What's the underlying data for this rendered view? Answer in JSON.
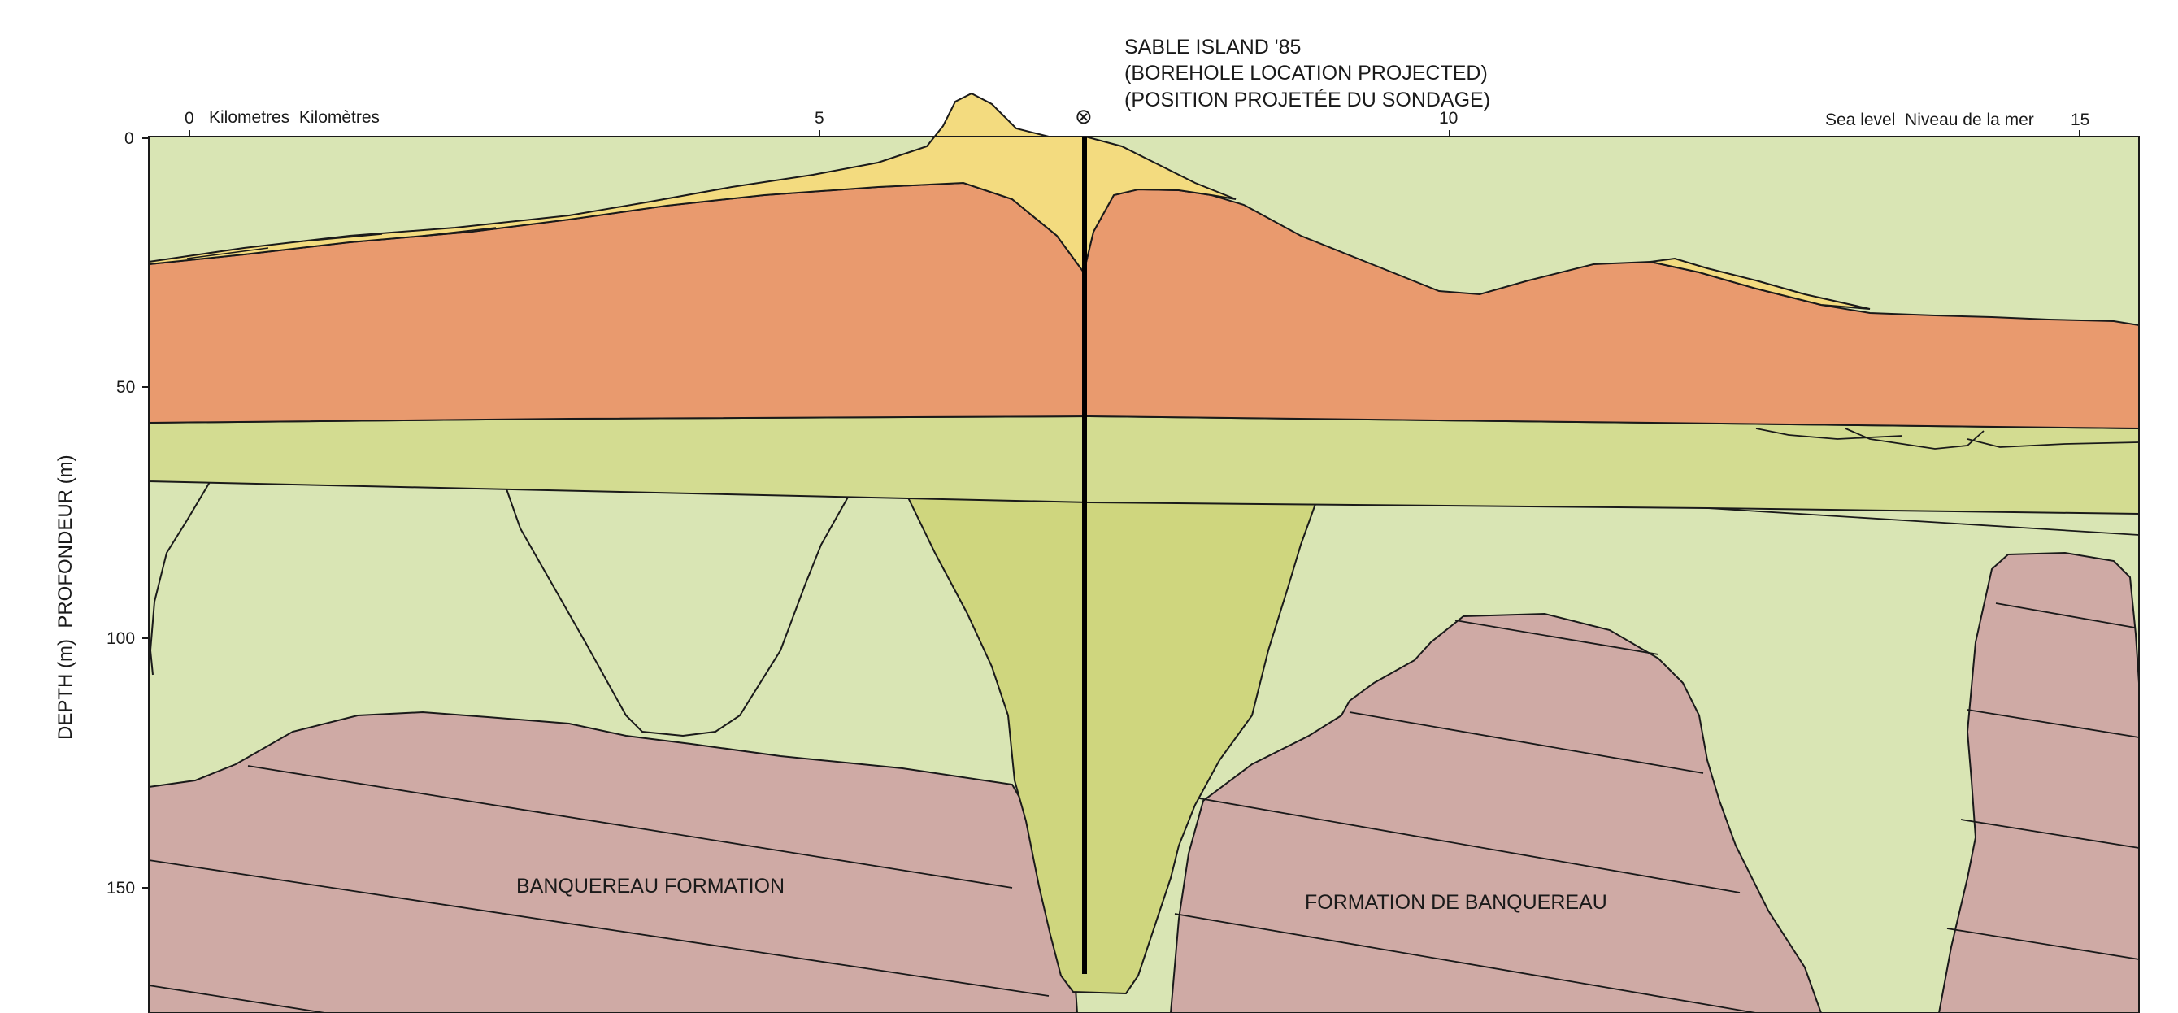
{
  "title": {
    "line1": "SABLE ISLAND '85",
    "line2": "(BOREHOLE LOCATION PROJECTED)",
    "line3": "(POSITION PROJETÉE DU SONDAGE)"
  },
  "top_axis": {
    "label_0": "0",
    "units": "Kilometres  Kilomètres",
    "label_5": "5",
    "label_10": "10",
    "sea_level": "Sea level  Niveau de la mer",
    "label_15": "15"
  },
  "left_axis": {
    "title": "DEPTH (m)  PROFONDEUR (m)",
    "ticks": [
      "0",
      "50",
      "100",
      "150"
    ]
  },
  "formations": {
    "left": "BANQUEREAU FORMATION",
    "right": "FORMATION DE BANQUEREAU"
  },
  "borehole_symbol": "⊗",
  "colors": {
    "sand_yellow": "#f3db7f",
    "orange_unit": "#e99a6e",
    "yellow_green_band": "#d3dc91",
    "pale_green": "#d9e5b4",
    "channel_fill": "#cfd67e",
    "banquereau_mauve": "#cfaaa5"
  }
}
